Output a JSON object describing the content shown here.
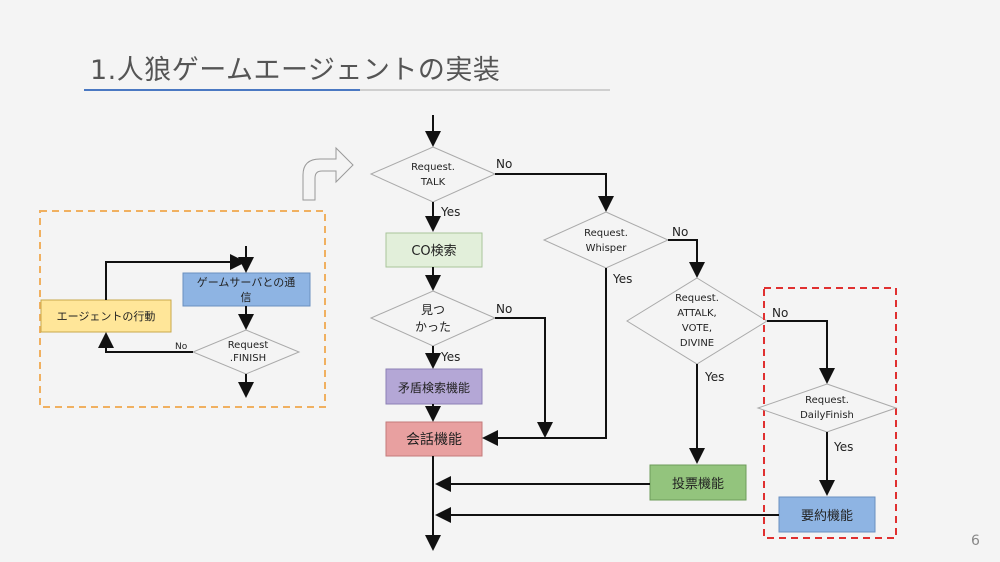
{
  "slide": {
    "title": "1.人狼ゲームエージェントの実装",
    "page_number": "6"
  },
  "overview": {
    "agent_action": "エージェントの行動",
    "server_comm_line1": "ゲームサーバとの通",
    "server_comm_line2": "信",
    "finish_line1": "Request",
    "finish_line2": ".FINISH",
    "no_label": "No"
  },
  "flow": {
    "talk_line1": "Request.",
    "talk_line2": "TALK",
    "co_search": "CO検索",
    "found_line1": "見つ",
    "found_line2": "かった",
    "contradiction": "矛盾検索機能",
    "conversation": "会話機能",
    "whisper_line1": "Request.",
    "whisper_line2": "Whisper",
    "attack_line1": "Request.",
    "attack_line2": "ATTALK,",
    "attack_line3": "VOTE,",
    "attack_line4": "DIVINE",
    "vote": "投票機能",
    "daily_line1": "Request.",
    "daily_line2": "DailyFinish",
    "summary": "要約機能",
    "yes_label": "Yes",
    "no_label": "No"
  },
  "colors": {
    "co_search_fill": "#e2efda",
    "contradiction_fill": "#b4a7d6",
    "conversation_fill": "#e8a0a0",
    "vote_fill": "#93c47d",
    "summary_fill": "#8eb4e3",
    "agent_action_fill": "#ffe699",
    "server_comm_fill": "#8eb4e3",
    "orange_dash": "#f0b060",
    "red_dash": "#e03030"
  }
}
